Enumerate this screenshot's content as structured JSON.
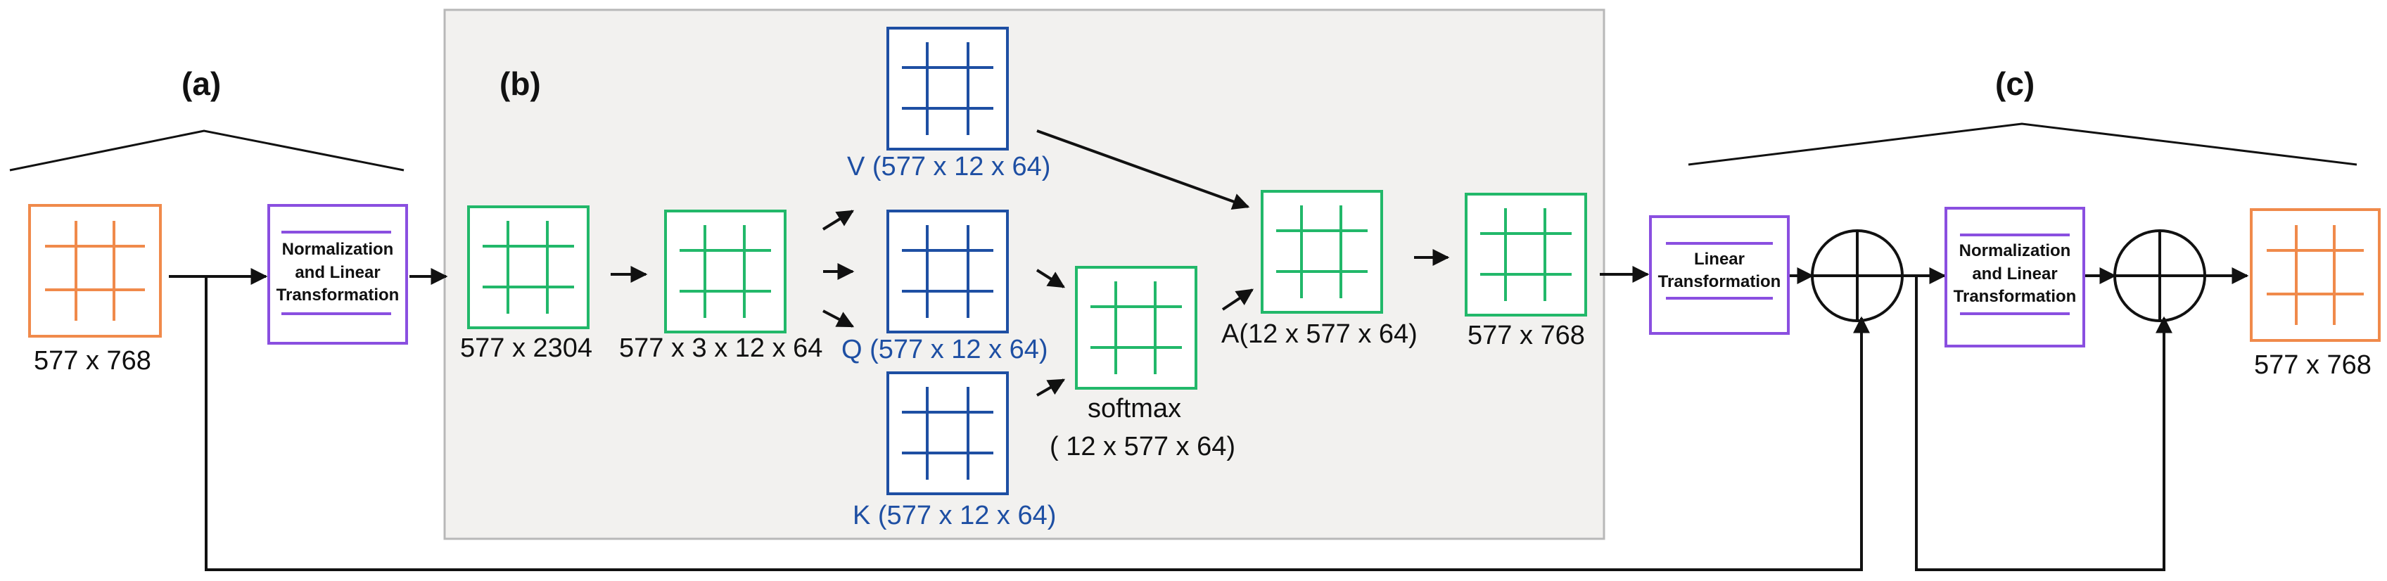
{
  "sections": {
    "a": "(a)",
    "b": "(b)",
    "c": "(c)"
  },
  "labels": {
    "input_dim": "577 x 768",
    "qkv_dim": "577 x 2304",
    "reshape_dim": "577 x 3 x 12 x 64",
    "v": "V (577 x 12 x 64)",
    "q": "Q (577 x 12 x 64)",
    "k": "K (577 x 12 x 64)",
    "softmax": "softmax",
    "softmax_dim": "( 12 x 577 x 64)",
    "attn_dim": "A(12 x 577 x 64)",
    "merged_dim": "577 x 768",
    "output_dim": "577 x 768"
  },
  "boxes": {
    "norm_linear_1": [
      "Normalization",
      "and Linear",
      "Transformation"
    ],
    "linear": [
      "Linear",
      "Transformation"
    ],
    "norm_linear_2": [
      "Normalization",
      "and Linear",
      "Transformation"
    ]
  },
  "colors": {
    "orange": "#f08a4b",
    "green": "#22b86a",
    "blue": "#1e4fa3",
    "purple": "#8a4fe0",
    "panel": "#f2f1ef",
    "line": "#111111"
  }
}
